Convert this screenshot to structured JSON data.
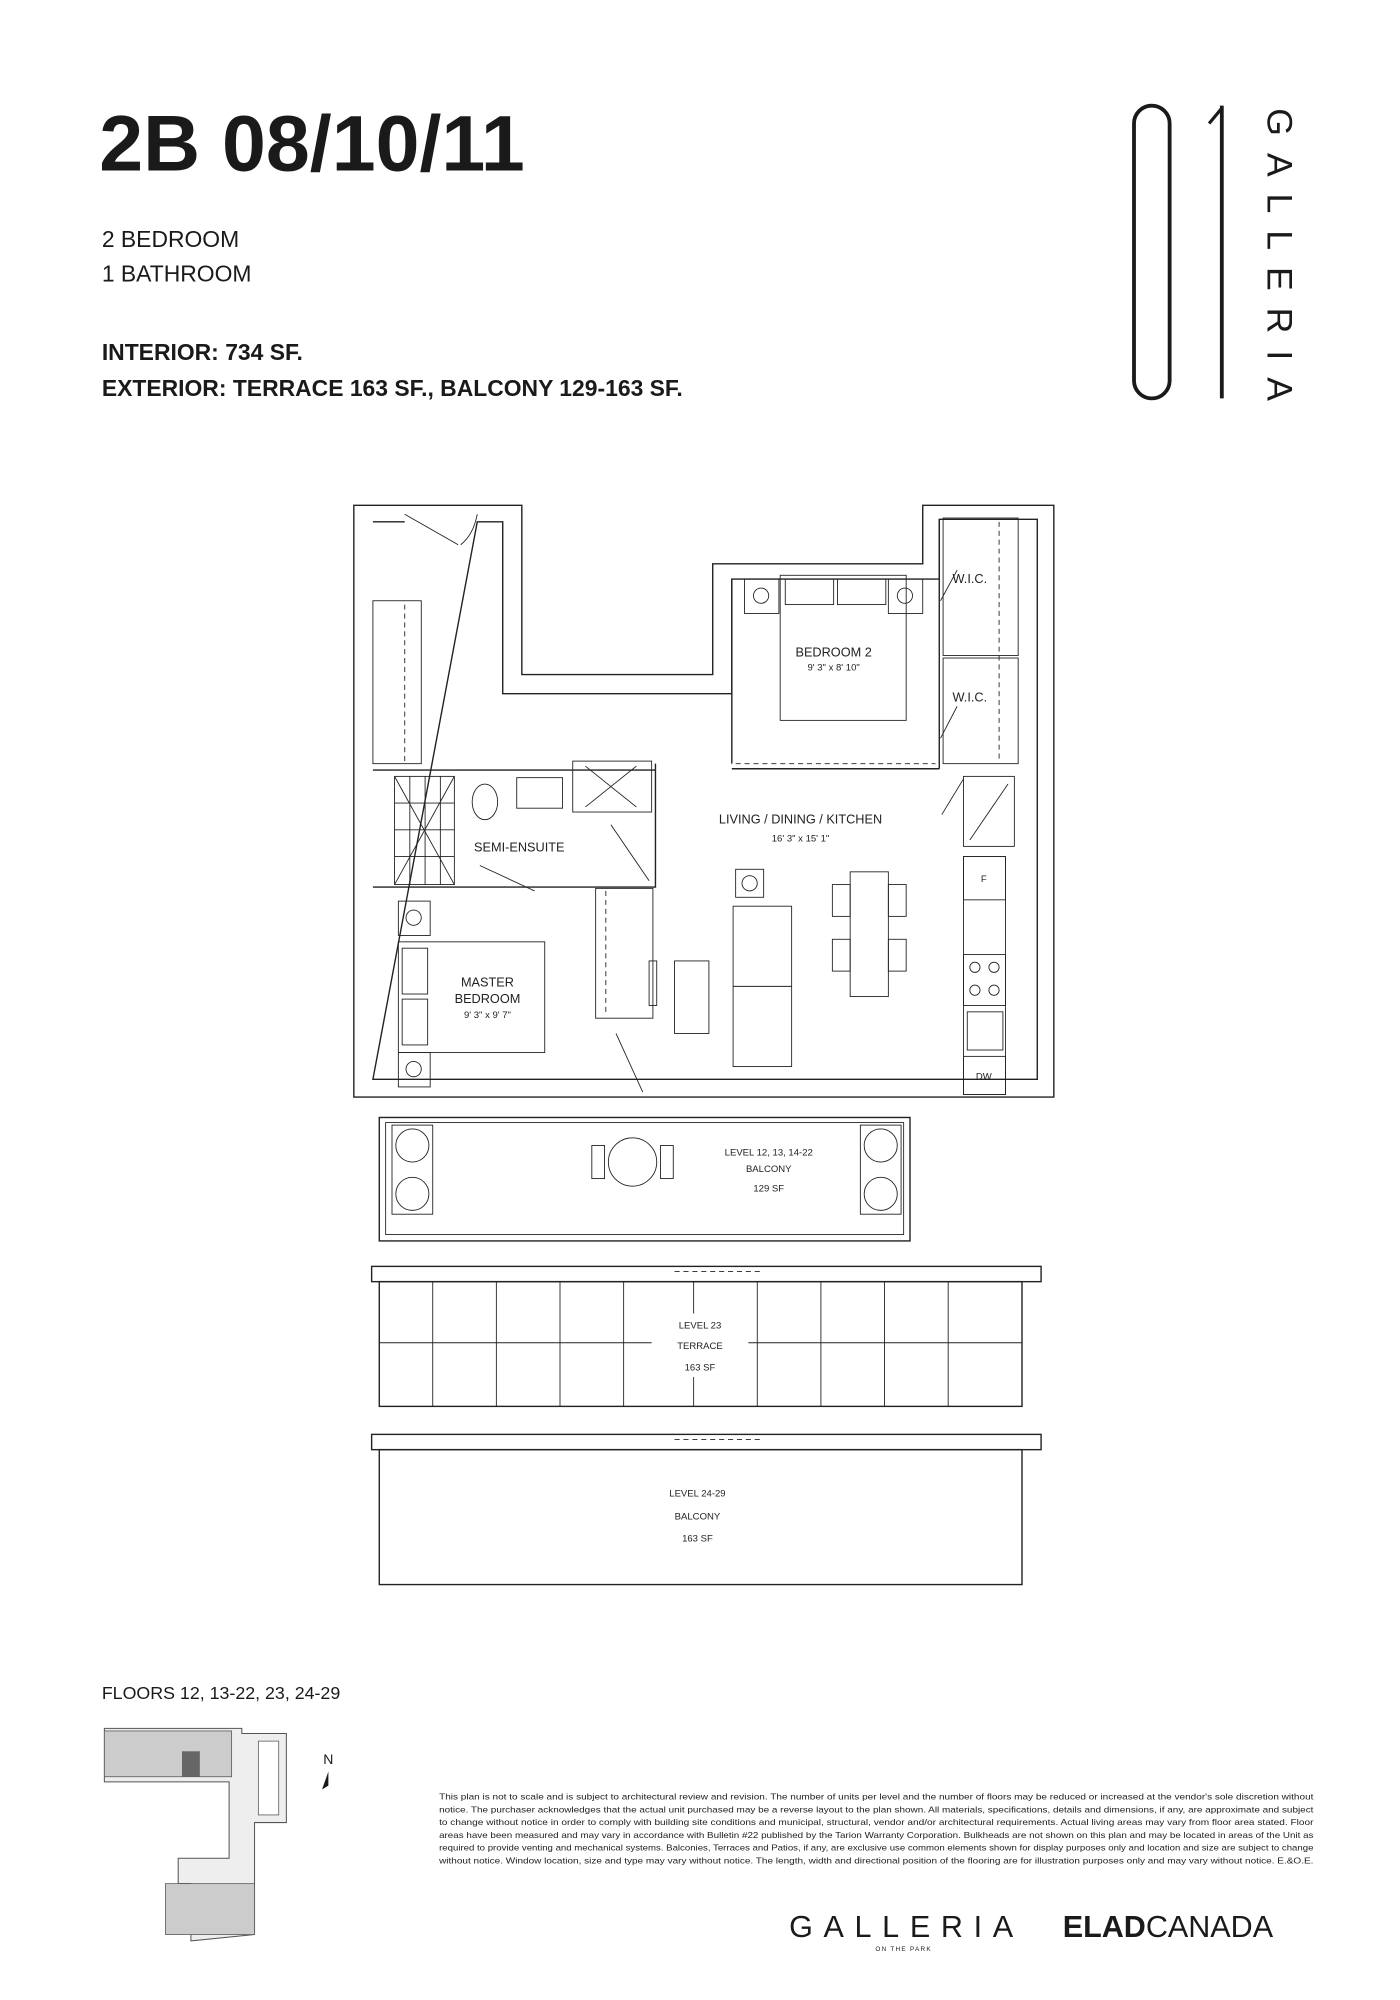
{
  "header": {
    "unit_title": "2B 08/10/11",
    "bedrooms": "2 BEDROOM",
    "bathrooms": "1 BATHROOM",
    "interior_label": "INTERIOR:",
    "interior_value": "734 SF.",
    "exterior_label": "EXTERIOR:",
    "exterior_value": "TERRACE 163 SF., BALCONY 129-163 SF."
  },
  "logo": {
    "number": "01",
    "word": "GALLERIA"
  },
  "plan": {
    "bedroom2": {
      "name": "BEDROOM 2",
      "size": "9' 3\" x 8' 10\""
    },
    "wic1": "W.I.C.",
    "wic2": "W.I.C.",
    "living": {
      "name": "LIVING / DINING / KITCHEN",
      "size": "16' 3\" x 15' 1\""
    },
    "ensuite": "SEMI-ENSUITE",
    "master": {
      "name1": "MASTER",
      "name2": "BEDROOM",
      "size": "9' 3\" x 9' 7\""
    },
    "fridge": "F",
    "dishwasher": "DW",
    "balcony1": {
      "level": "LEVEL 12, 13, 14-22",
      "type": "BALCONY",
      "area": "129 SF"
    },
    "terrace": {
      "level": "LEVEL 23",
      "type": "TERRACE",
      "area": "163 SF"
    },
    "balcony2": {
      "level": "LEVEL 24-29",
      "type": "BALCONY",
      "area": "163 SF"
    }
  },
  "keyplan": {
    "floors": "FLOORS 12, 13-22, 23, 24-29",
    "north": "N"
  },
  "disclaimer": [
    "This plan is not to scale and is subject to architectural review and revision. The number of units per level and the number of floors may be reduced or increased at the vendor's sole discretion without",
    "notice. The purchaser acknowledges that the actual unit purchased may be a reverse layout to the plan shown. All materials, specifications, details and dimensions, if any, are approximate and subject",
    "to change without notice in order to comply with building site conditions and municipal, structural, vendor and/or architectural requirements. Actual living areas may vary from floor area stated. Floor",
    "areas have been measured and may vary in accordance with Bulletin #22 published by the Tarion Warranty Corporation. Bulkheads are not shown on this plan and may be located in areas of the Unit as",
    "required to provide venting and mechanical systems. Balconies, Terraces and Patios, if any, are exclusive use common elements shown for display purposes only and location and size are subject to change",
    "without notice. Window location, size and type may vary without notice. The length, width and directional position of the flooring are for illustration purposes only and may vary without notice. E.&O.E."
  ],
  "footer": {
    "brand1": "GALLERIA",
    "brand1_sub": "ON THE PARK",
    "brand2a": "ELAD",
    "brand2b": "CANADA"
  }
}
